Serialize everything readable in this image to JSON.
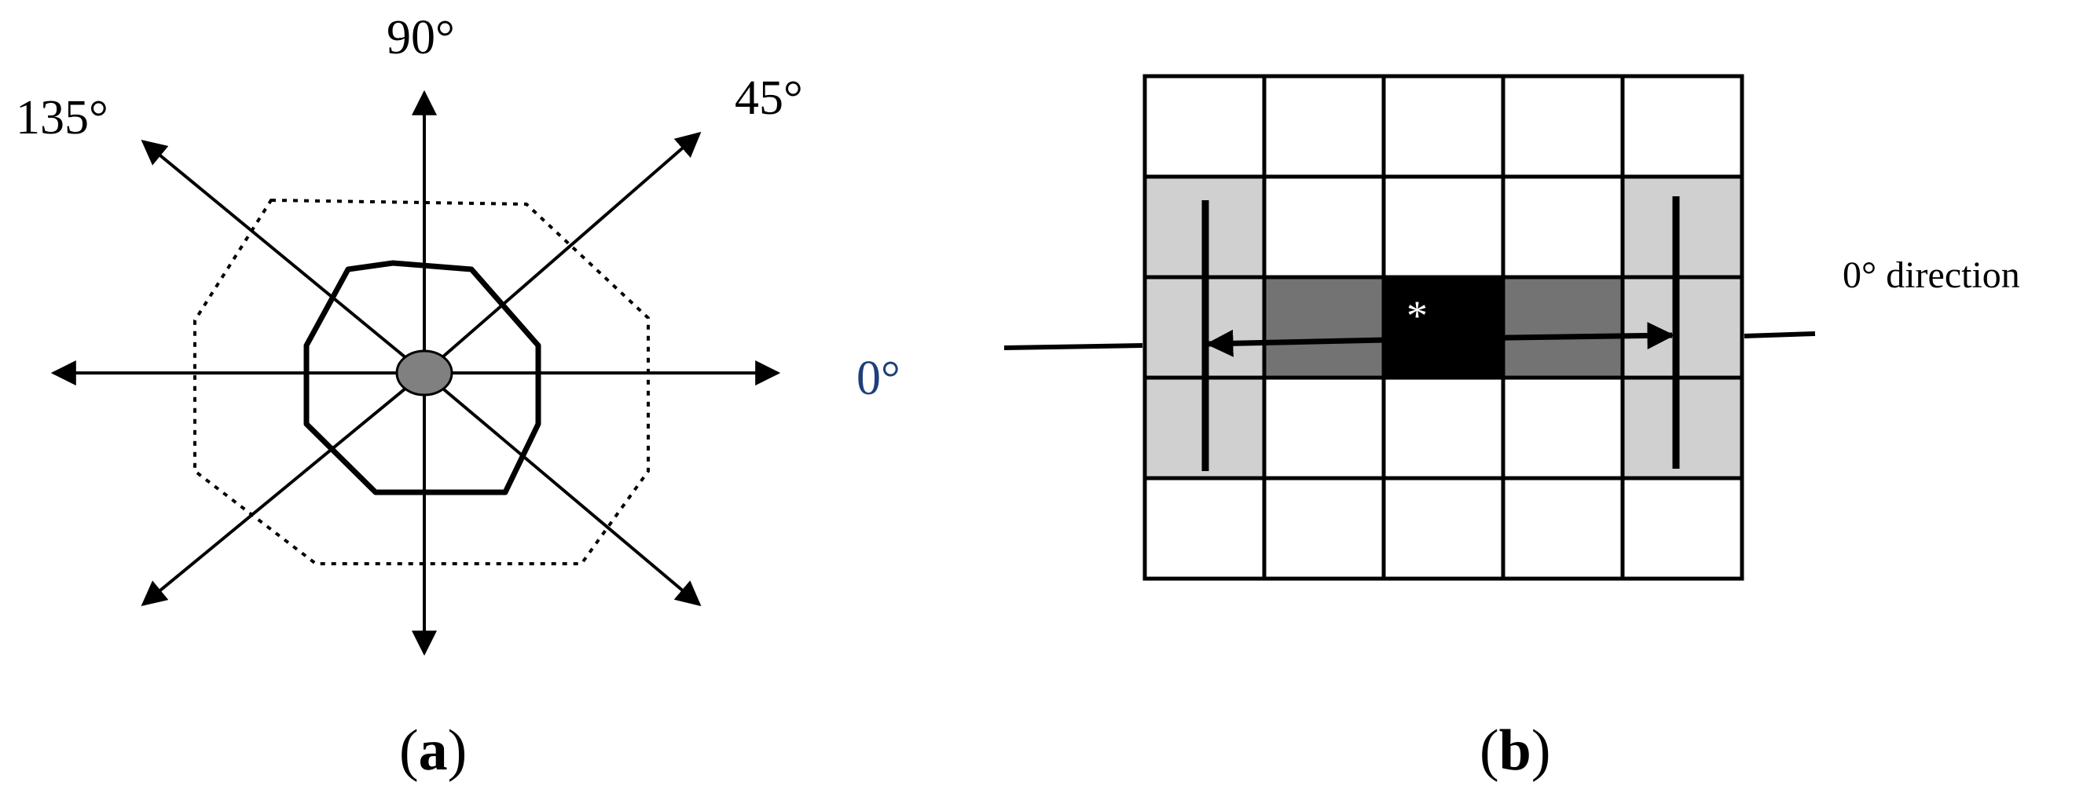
{
  "panel_a": {
    "angle_labels": {
      "deg90": "90°",
      "deg45": "45°",
      "deg135": "135°",
      "deg0": "0°"
    },
    "caption": {
      "open": "(",
      "letter": "a",
      "close": ")"
    }
  },
  "panel_b": {
    "grid": {
      "rows": 5,
      "cols": 5,
      "cells": [
        [
          "white",
          "white",
          "white",
          "white",
          "white"
        ],
        [
          "light",
          "white",
          "white",
          "white",
          "light"
        ],
        [
          "light",
          "dark",
          "black",
          "dark",
          "light"
        ],
        [
          "light",
          "white",
          "white",
          "white",
          "light"
        ],
        [
          "white",
          "white",
          "white",
          "white",
          "white"
        ]
      ]
    },
    "center_marker": "*",
    "direction_label": "0° direction",
    "caption": {
      "open": "(",
      "letter": "b",
      "close": ")"
    }
  },
  "colors": {
    "white": "#ffffff",
    "light": "#d0d0d0",
    "dark": "#737373",
    "black": "#000000",
    "center_dot": "#808080",
    "label_blue": "#1f3f7a"
  }
}
